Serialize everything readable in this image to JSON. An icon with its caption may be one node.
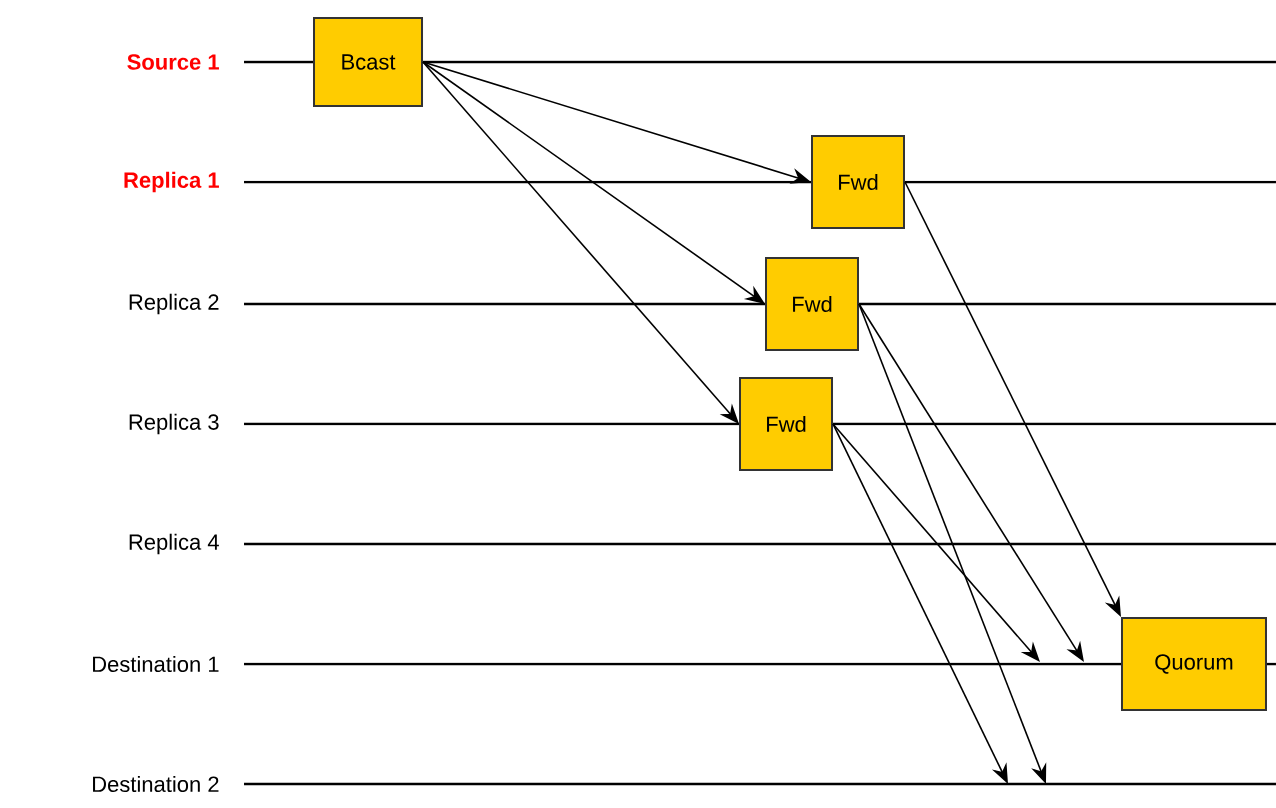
{
  "diagram": {
    "nodes": [
      {
        "text": [
          "Bcast"
        ]
      },
      {
        "text": [
          "Fwd"
        ]
      },
      {
        "text": [
          "Fwd"
        ]
      },
      {
        "text": [
          "Fwd"
        ]
      },
      {
        "text": [
          "Quorum"
        ]
      }
    ],
    "edges": [
      {
        "from": 0,
        "to": 1,
        "arrow": "to"
      },
      {
        "from": 0,
        "to": 2,
        "arrow": "to"
      },
      {
        "from": 0,
        "to": 3,
        "arrow": "to"
      },
      {
        "from": 1,
        "to": 4,
        "arrow": "to"
      },
      {
        "from": 2,
        "to": null,
        "arrow": "to"
      },
      {
        "from": 2,
        "to": null,
        "arrow": "to"
      },
      {
        "from": 3,
        "to": null,
        "arrow": "to"
      },
      {
        "from": 3,
        "to": null,
        "arrow": "to"
      }
    ],
    "labels": [
      "Source 1",
      "Replica 1",
      "Replica 2",
      "Replica 3",
      "Replica 4",
      "Destination 1",
      "Destination 2"
    ]
  }
}
